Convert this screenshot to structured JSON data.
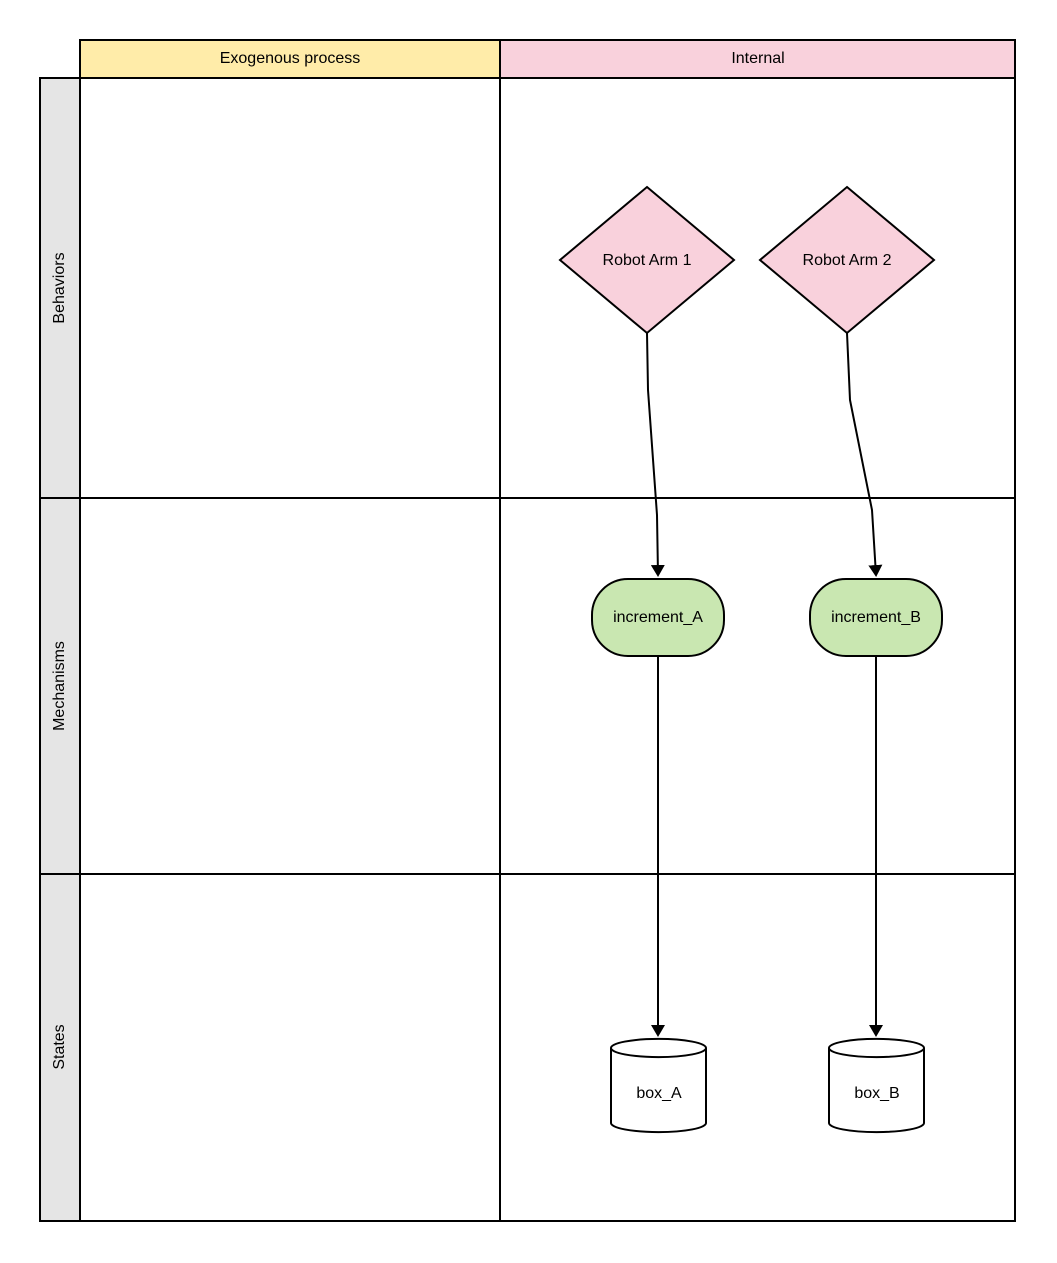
{
  "columns": [
    {
      "label": "Exogenous process",
      "color": "#FFECA9"
    },
    {
      "label": "Internal",
      "color": "#F9D1DC"
    }
  ],
  "rows": [
    {
      "label": "Behaviors"
    },
    {
      "label": "Mechanisms"
    },
    {
      "label": "States"
    }
  ],
  "row_header_color": "#E5E5E5",
  "nodes": {
    "robot_arm_1": {
      "label": "Robot Arm 1",
      "shape": "diamond",
      "color": "#F9D1DC"
    },
    "robot_arm_2": {
      "label": "Robot Arm 2",
      "shape": "diamond",
      "color": "#F9D1DC"
    },
    "increment_a": {
      "label": "increment_A",
      "shape": "rounded-rectangle",
      "color": "#C9E7B1"
    },
    "increment_b": {
      "label": "increment_B",
      "shape": "rounded-rectangle",
      "color": "#C9E7B1"
    },
    "box_a": {
      "label": "box_A",
      "shape": "cylinder",
      "color": "#FFFFFF"
    },
    "box_b": {
      "label": "box_B",
      "shape": "cylinder",
      "color": "#FFFFFF"
    }
  },
  "edges": [
    {
      "from": "Robot Arm 1",
      "to": "increment_A"
    },
    {
      "from": "Robot Arm 2",
      "to": "increment_B"
    },
    {
      "from": "increment_A",
      "to": "box_A"
    },
    {
      "from": "increment_B",
      "to": "box_B"
    }
  ]
}
